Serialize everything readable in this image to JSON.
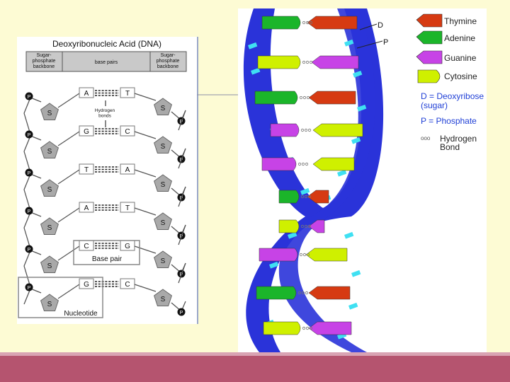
{
  "left_diagram": {
    "title": "Deoxyribonucleic Acid (DNA)",
    "header_left": "Sugar-\nphosphate\nbackbone",
    "header_middle": "base pairs",
    "header_right": "Sugar-\nphosphate\nbackbone",
    "hydrogen_label": "Hydrogen\nbonds",
    "base_pair_label": "Base pair",
    "nucleotide_label": "Nucleotide",
    "sugar_letter": "S",
    "phosphate_letter": "P",
    "pairs": [
      {
        "left": "A",
        "right": "T"
      },
      {
        "left": "G",
        "right": "C"
      },
      {
        "left": "T",
        "right": "A"
      },
      {
        "left": "A",
        "right": "T"
      },
      {
        "left": "C",
        "right": "G"
      },
      {
        "left": "G",
        "right": "C"
      }
    ]
  },
  "helix_labels": {
    "d": "D",
    "p": "P"
  },
  "legend": {
    "thymine": "Thymine",
    "adenine": "Adenine",
    "guanine": "Guanine",
    "cytosine": "Cytosine",
    "deoxyribose": "D = Deoxyribose\n(sugar)",
    "phosphate": "P = Phosphate",
    "hbond_symbol": "ooo",
    "hbond": "Hydrogen\nBond"
  },
  "colors": {
    "thymine": "#d63a12",
    "adenine": "#1bb52a",
    "guanine": "#c743e6",
    "cytosine": "#cff000",
    "backbone_blue": "#2a33d9",
    "backbone_cyan": "#3fe0f2",
    "slide_background": "#fdfbd4",
    "footer": "#b5546f"
  }
}
